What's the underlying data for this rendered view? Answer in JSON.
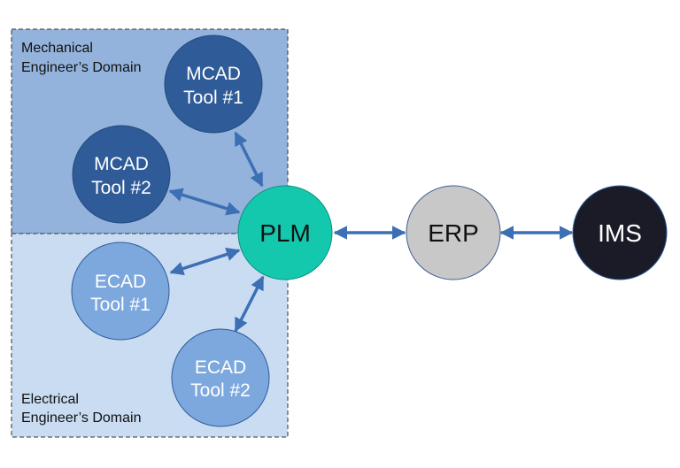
{
  "domains": {
    "mechanical": {
      "line1": "Mechanical",
      "line2": "Engineer’s Domain",
      "color": "#93b3dc"
    },
    "electrical": {
      "line1": "Electrical",
      "line2": "Engineer’s Domain",
      "color": "#c9dcf2"
    }
  },
  "nodes": {
    "mcad1": {
      "line1": "MCAD",
      "line2": "Tool #1",
      "fill": "#2f5b98",
      "text": "#ffffff"
    },
    "mcad2": {
      "line1": "MCAD",
      "line2": "Tool #2",
      "fill": "#2f5b98",
      "text": "#ffffff"
    },
    "ecad1": {
      "line1": "ECAD",
      "line2": "Tool #1",
      "fill": "#7da8de",
      "text": "#ffffff"
    },
    "ecad2": {
      "line1": "ECAD",
      "line2": "Tool #2",
      "fill": "#7da8de",
      "text": "#ffffff"
    },
    "plm": {
      "label": "PLM",
      "fill": "#14c8ae",
      "text": "#111111"
    },
    "erp": {
      "label": "ERP",
      "fill": "#c8c8c8",
      "text": "#111111"
    },
    "ims": {
      "label": "IMS",
      "fill": "#1b1b28",
      "text": "#ffffff"
    }
  },
  "connections": [
    {
      "from": "PLM",
      "to": "MCAD Tool #1",
      "type": "bidirectional"
    },
    {
      "from": "PLM",
      "to": "MCAD Tool #2",
      "type": "bidirectional"
    },
    {
      "from": "PLM",
      "to": "ECAD Tool #1",
      "type": "bidirectional"
    },
    {
      "from": "PLM",
      "to": "ECAD Tool #2",
      "type": "bidirectional"
    },
    {
      "from": "PLM",
      "to": "ERP",
      "type": "bidirectional"
    },
    {
      "from": "ERP",
      "to": "IMS",
      "type": "bidirectional"
    }
  ],
  "arrow_color": "#3d6fb5"
}
